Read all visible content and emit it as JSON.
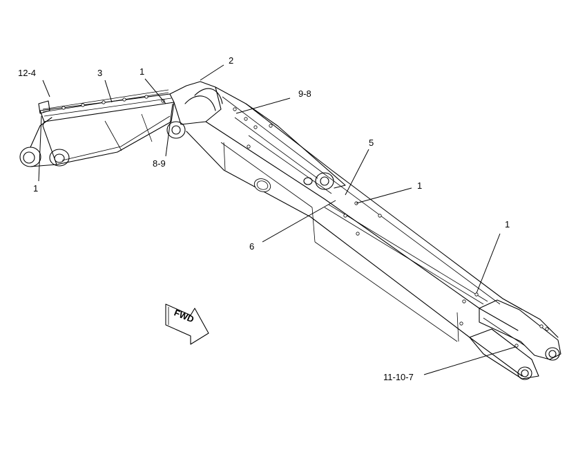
{
  "callouts": {
    "c_12_4": "12-4",
    "c_3": "3",
    "c_1_top": "1",
    "c_2": "2",
    "c_9_8": "9-8",
    "c_8_9": "8-9",
    "c_1_left": "1",
    "c_5": "5",
    "c_1_mid": "1",
    "c_6": "6",
    "c_1_right": "1",
    "c_11_10_7": "11-10-7"
  },
  "fwd_label": "FWD"
}
